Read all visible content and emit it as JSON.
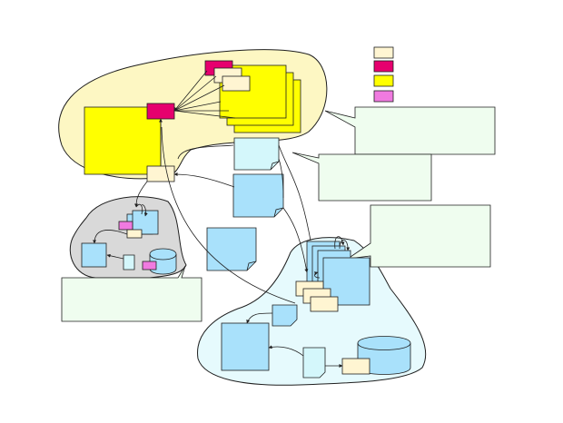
{
  "colors": {
    "background": "#ffffff",
    "yellow_region": "#fdf7c3",
    "gray_region": "#d9d9d9",
    "blue_region": "#e6fafd",
    "yellow_box": "#ffff00",
    "magenta_box": "#e6006e",
    "pink_box": "#f07ae0",
    "beige_box": "#fff5d2",
    "blue_box": "#a9e1fb",
    "light_blue_doc": "#d4f7fb",
    "callout_fill": "#effdef",
    "line": "#1f1f1f"
  },
  "legend": [
    {
      "kind": "beige"
    },
    {
      "kind": "magenta"
    },
    {
      "kind": "yellow"
    },
    {
      "kind": "pink"
    }
  ],
  "callouts": [
    {
      "text": ""
    },
    {
      "text": ""
    },
    {
      "text": ""
    },
    {
      "text": ""
    }
  ]
}
